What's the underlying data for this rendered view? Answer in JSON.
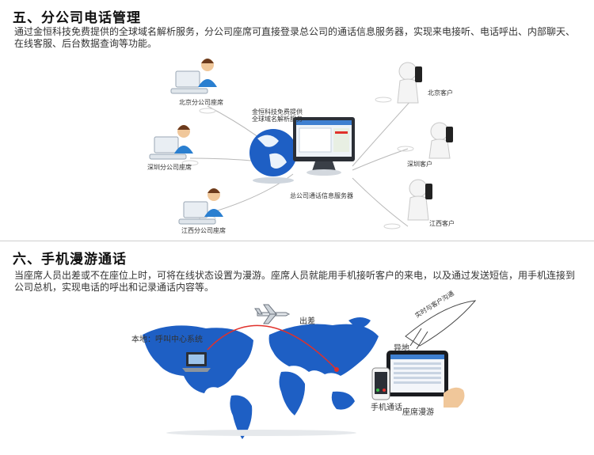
{
  "section5": {
    "title": "五、分公司电话管理",
    "text": "通过金恒科技免费提供的全球域名解析服务，分公司座席可直接登录总公司的通话信息服务器，实现来电接听、电话呼出、内部聊天、在线客服、后台数据查询等功能。",
    "diagram": {
      "seat_beijing": "北京分公司座席",
      "seat_shenzhen": "深圳分公司座席",
      "seat_jiangxi": "江西分公司座席",
      "dns_line1": "金恒科技免费提供",
      "dns_line2": "全球域名解析服务",
      "server_label": "总公司通话信息服务器",
      "client_beijing": "北京客户",
      "client_shenzhen": "深圳客户",
      "client_jiangxi": "江西客户"
    }
  },
  "section6": {
    "title": "六、手机漫游通话",
    "text": "当座席人员出差或不在座位上时，可将在线状态设置为漫游。座席人员就能用手机接听客户的来电，以及通过发送短信，用手机连接到公司总机，实现电话的呼出和记录通话内容等。",
    "diagram": {
      "local_label": "本地：呼叫中心系统",
      "trip_label": "出差",
      "remote_label": "异地",
      "speech_label": "实时与客户沟通",
      "phone_label": "手机通话",
      "roam_label": "座席漫游"
    }
  },
  "colors": {
    "map_blue": "#1e5fc4",
    "arc_red": "#e0312b",
    "headset_blue": "#2a7fd0"
  }
}
